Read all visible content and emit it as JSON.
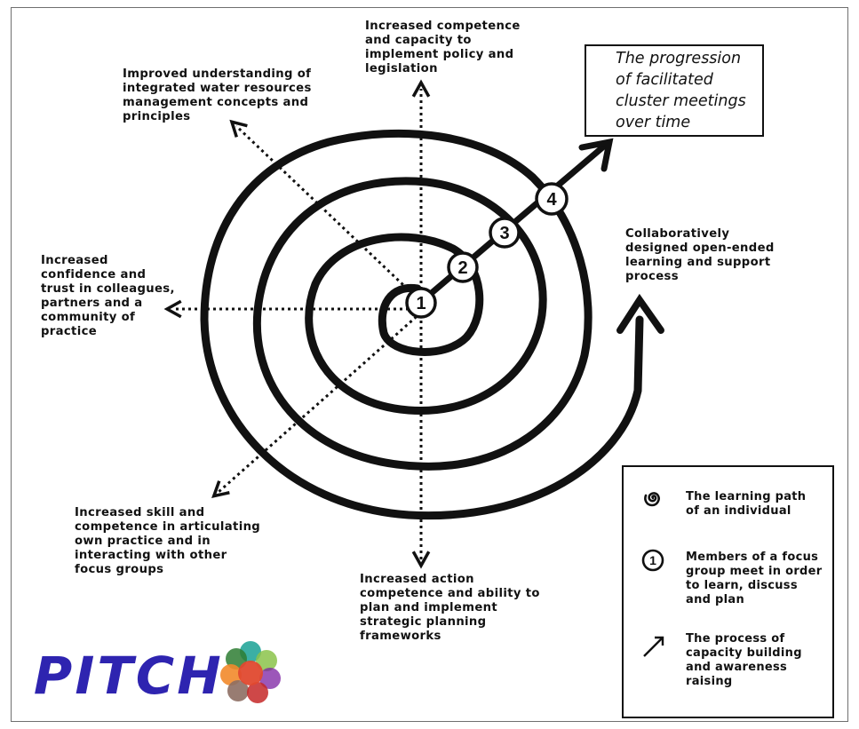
{
  "diagram": {
    "axes": {
      "top": "Increased competence\nand capacity to\nimplement policy and\nlegislation",
      "top_left": "Improved understanding of\nintegrated water resources\nmanagement concepts and\nprinciples",
      "left": "Increased\nconfidence and\ntrust in colleagues,\npartners and a\ncommunity of\npractice",
      "bottom_left": "Increased skill and\ncompetence in articulating\nown practice and in\ninteracting with other\nfocus groups",
      "bottom": "Increased action\ncompetence and ability to\nplan and  implement\nstrategic planning\nframeworks"
    },
    "right_label": "Collaboratively\ndesigned open-ended\nlearning and support\nprocess",
    "title_box": "The progression\nof facilitated\ncluster meetings\nover time",
    "meetings": [
      "1",
      "2",
      "3",
      "4"
    ]
  },
  "legend": {
    "items": [
      {
        "icon": "spiral-icon",
        "text": "The learning path\nof an individual"
      },
      {
        "icon": "circled-one-icon",
        "glyph": "1",
        "text": "Members of a focus\ngroup meet in order\nto learn, discuss\nand plan"
      },
      {
        "icon": "arrow-icon",
        "text": "The process of\ncapacity building\nand awareness\nraising"
      }
    ]
  },
  "logo": {
    "text": "PITCH",
    "color": "#2e24b0",
    "flower_colors": [
      "#e0492f",
      "#f28a2b",
      "#8bc34a",
      "#2e7d32",
      "#26a69a",
      "#7b1fa2",
      "#8d6e63",
      "#c62828"
    ]
  }
}
